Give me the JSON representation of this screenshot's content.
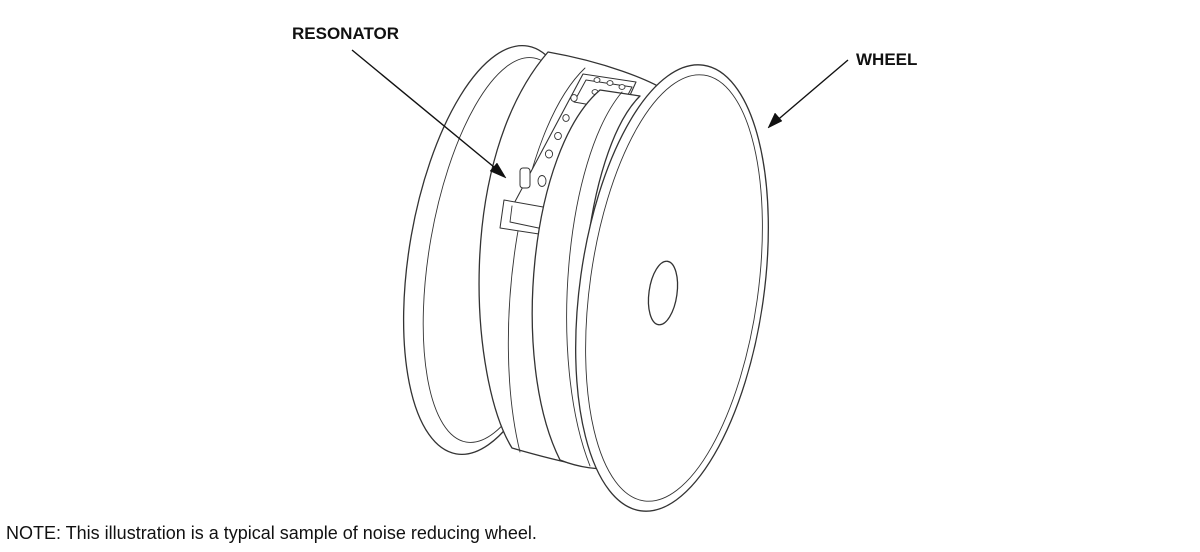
{
  "labels": {
    "resonator": "RESONATOR",
    "wheel": "WHEEL"
  },
  "note": "NOTE: This illustration is a typical sample of noise reducing wheel.",
  "colors": {
    "line": "#333333",
    "fill": "#ffffff",
    "text": "#111111"
  }
}
